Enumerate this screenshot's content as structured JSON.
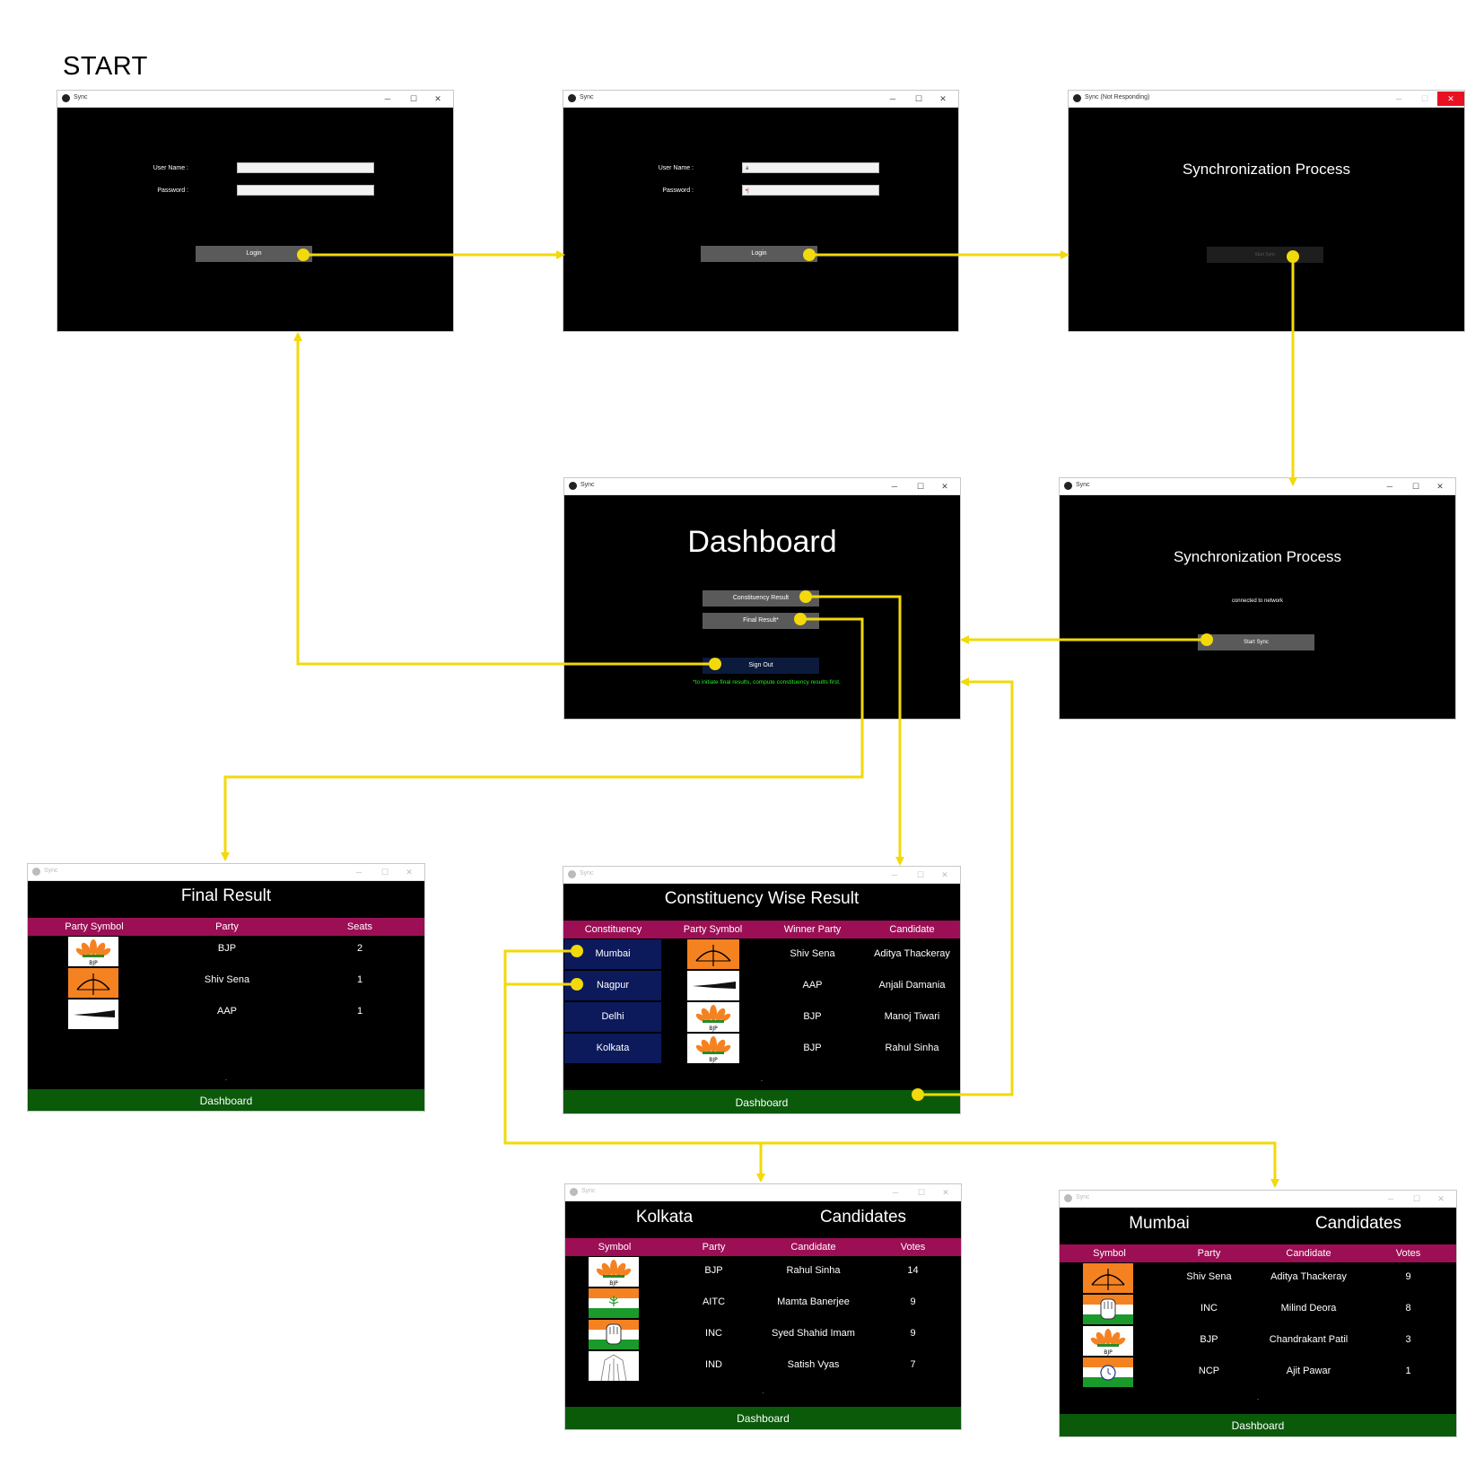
{
  "start_label": "START",
  "app_title": "Sync",
  "app_title_not_responding": "Sync (Not Responding)",
  "controls": {
    "minimize": "─",
    "maximize": "☐",
    "close": "✕"
  },
  "login": {
    "username_label": "User Name :",
    "password_label": "Password :",
    "login_button": "Login",
    "filled_username": "a",
    "filled_password": "•|"
  },
  "sync": {
    "title": "Synchronization Process",
    "start_sync_button": "Start Sync",
    "connected_text": "connected to network"
  },
  "dashboard": {
    "title": "Dashboard",
    "constituency_button": "Constituency Result",
    "final_button": "Final Result*",
    "signout_button": "Sign Out",
    "note": "*to initiate final results, compute constituency results first."
  },
  "final_result": {
    "title": "Final Result",
    "headers": [
      "Party Symbol",
      "Party",
      "Seats"
    ],
    "rows": [
      {
        "symbol": "bjp-lotus-symbol",
        "party": "BJP",
        "seats": "2"
      },
      {
        "symbol": "shivsena-bow-arrow-symbol",
        "party": "Shiv Sena",
        "seats": "1"
      },
      {
        "symbol": "aap-broom-symbol",
        "party": "AAP",
        "seats": "1"
      }
    ],
    "dot": "-",
    "dashboard_button": "Dashboard"
  },
  "constituency_result": {
    "title": "Constituency Wise Result",
    "headers": [
      "Constituency",
      "Party Symbol",
      "Winner Party",
      "Candidate"
    ],
    "rows": [
      {
        "constituency": "Mumbai",
        "symbol": "shivsena-bow-arrow-symbol",
        "party": "Shiv Sena",
        "candidate": "Aditya Thackeray"
      },
      {
        "constituency": "Nagpur",
        "symbol": "aap-broom-symbol",
        "party": "AAP",
        "candidate": "Anjali Damania"
      },
      {
        "constituency": "Delhi",
        "symbol": "bjp-lotus-symbol",
        "party": "BJP",
        "candidate": "Manoj Tiwari"
      },
      {
        "constituency": "Kolkata",
        "symbol": "bjp-lotus-symbol",
        "party": "BJP",
        "candidate": "Rahul Sinha"
      }
    ],
    "dot": "-",
    "dashboard_button": "Dashboard"
  },
  "kolkata": {
    "title": "Kolkata",
    "subtitle": "Candidates",
    "headers": [
      "Symbol",
      "Party",
      "Candidate",
      "Votes"
    ],
    "rows": [
      {
        "symbol": "bjp-lotus-symbol",
        "party": "BJP",
        "candidate": "Rahul Sinha",
        "votes": "14"
      },
      {
        "symbol": "aitc-flag-symbol",
        "party": "AITC",
        "candidate": "Mamta Banerjee",
        "votes": "9"
      },
      {
        "symbol": "inc-hand-symbol",
        "party": "INC",
        "candidate": "Syed Shahid Imam",
        "votes": "9"
      },
      {
        "symbol": "ind-symbol",
        "party": "IND",
        "candidate": "Satish Vyas",
        "votes": "7"
      }
    ],
    "dot": "-",
    "dashboard_button": "Dashboard"
  },
  "mumbai": {
    "title": "Mumbai",
    "subtitle": "Candidates",
    "headers": [
      "Symbol",
      "Party",
      "Candidate",
      "Votes"
    ],
    "rows": [
      {
        "symbol": "shivsena-bow-arrow-symbol",
        "party": "Shiv Sena",
        "candidate": "Aditya Thackeray",
        "votes": "9"
      },
      {
        "symbol": "inc-hand-symbol",
        "party": "INC",
        "candidate": "Milind Deora",
        "votes": "8"
      },
      {
        "symbol": "bjp-lotus-symbol",
        "party": "BJP",
        "candidate": "Chandrakant Patil",
        "votes": "3"
      },
      {
        "symbol": "ncp-clock-symbol",
        "party": "NCP",
        "candidate": "Ajit Pawar",
        "votes": "1"
      }
    ],
    "dot": "-",
    "dashboard_button": "Dashboard"
  },
  "colors": {
    "arrow": "#f2d90a",
    "table_header": "#9c0f55",
    "dashboard_bar": "#0a5a0a",
    "constituency_cell": "#0c1a5c",
    "note_green": "#22ee22",
    "close_red": "#e81123"
  }
}
